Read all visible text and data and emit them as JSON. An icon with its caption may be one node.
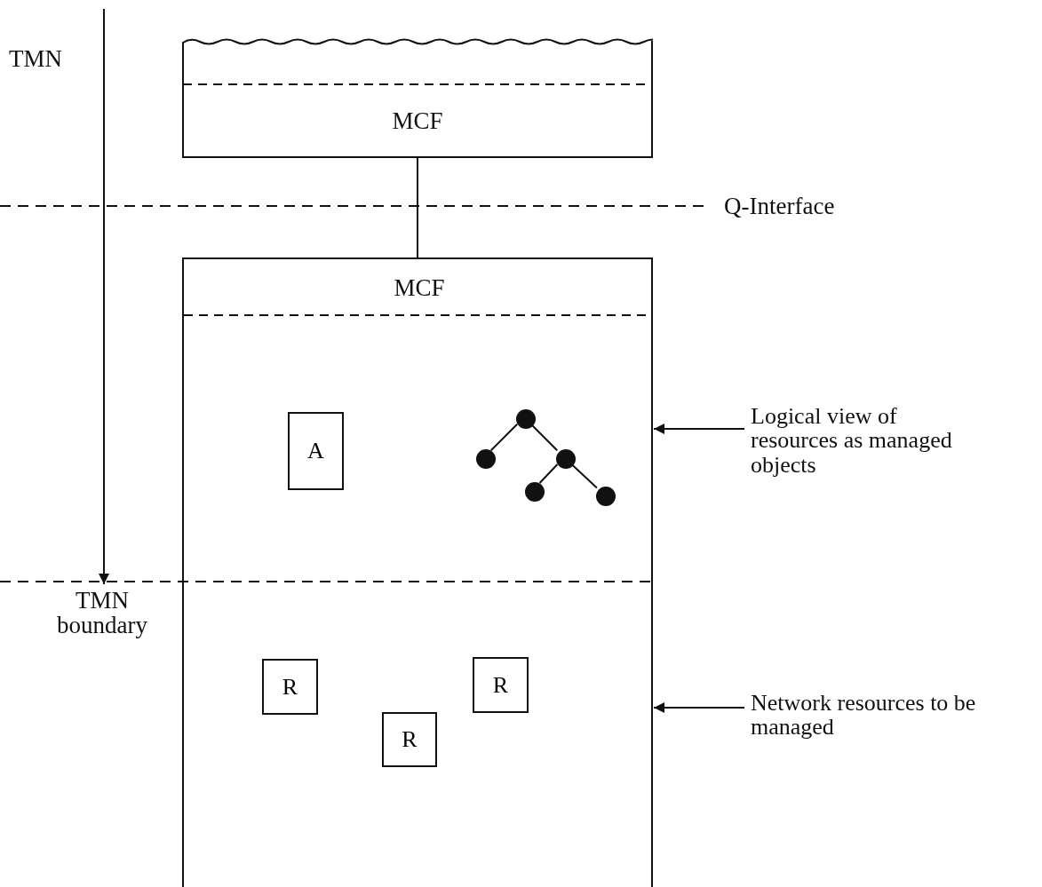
{
  "diagram": {
    "nodes": [
      {
        "text": [
          "MCF"
        ]
      },
      {
        "text": [
          "MCF"
        ]
      },
      {
        "text": [
          "A"
        ],
        "in": 1
      },
      {
        "text": [],
        "shape": "circle",
        "in": 1
      },
      {
        "text": [],
        "shape": "circle",
        "in": 1
      },
      {
        "text": [],
        "shape": "circle",
        "in": 1
      },
      {
        "text": [],
        "shape": "circle",
        "in": 1
      },
      {
        "text": [],
        "shape": "circle",
        "in": 1
      },
      {
        "text": [
          "R"
        ],
        "in": 1
      },
      {
        "text": [
          "R"
        ],
        "in": 1
      },
      {
        "text": [
          "R"
        ],
        "in": 1
      },
      {
        "text": [
          "Logical view of resources as managed objects"
        ]
      },
      {
        "text": [
          "Network resources to be managed"
        ]
      }
    ],
    "edges": [
      {
        "from": 0,
        "to": 1,
        "arrow": "none"
      },
      {
        "from": 3,
        "to": 4,
        "arrow": "none"
      },
      {
        "from": 3,
        "to": 5,
        "arrow": "none"
      },
      {
        "from": 5,
        "to": 6,
        "arrow": "none"
      },
      {
        "from": 5,
        "to": 7,
        "arrow": "none"
      },
      {
        "from": 11,
        "to": 1,
        "arrow": "to"
      },
      {
        "from": 12,
        "to": 1,
        "arrow": "to"
      }
    ],
    "labels": [
      "TMN",
      "Q-Interface",
      "TMN boundary"
    ]
  }
}
